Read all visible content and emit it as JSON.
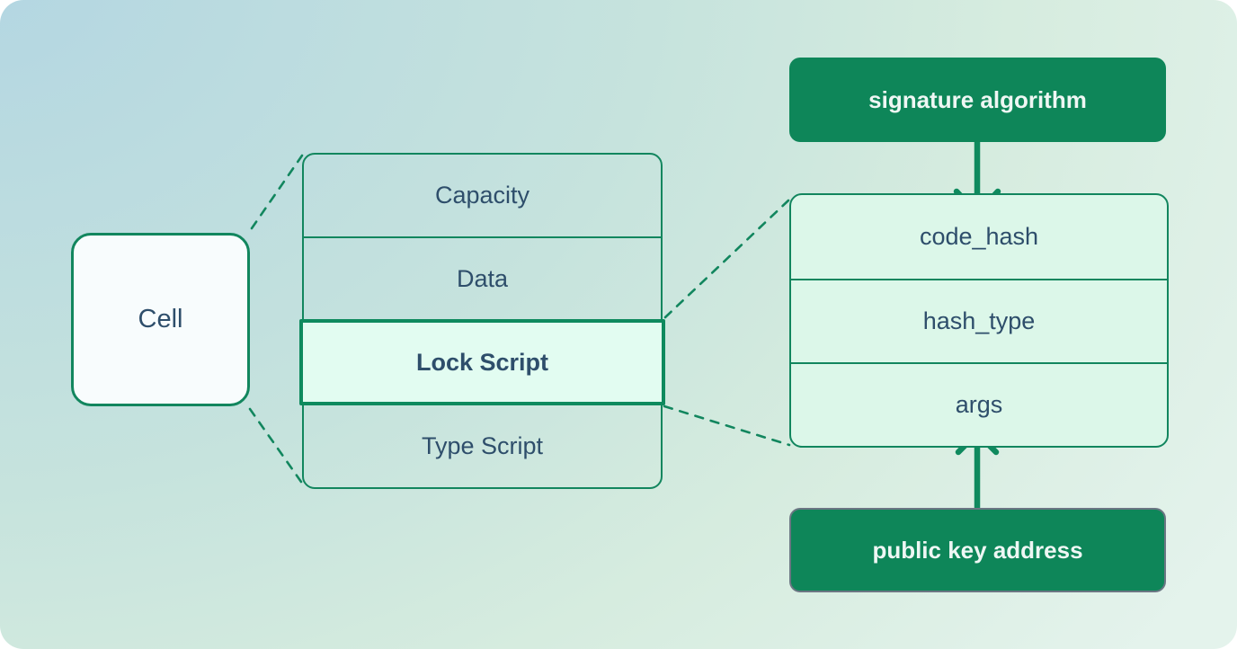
{
  "palette": {
    "accent_green": "#12865e",
    "solid_box_green": "#0e8659",
    "lock_row_fill": "#e2fcf1",
    "script_stack_fill": "#dcf7e9",
    "cell_fill": "#f8fcfd",
    "text_dark": "#2e4e6b",
    "text_light": "#eef7f4",
    "pka_border_gray": "#6b7683",
    "bg_gradient": [
      "#b3d6e2",
      "#c6e3dd",
      "#e4f3ec"
    ]
  },
  "diagram": {
    "cell": {
      "label": "Cell"
    },
    "cell_fields": {
      "rows": [
        {
          "label": "Capacity",
          "highlight": false
        },
        {
          "label": "Data",
          "highlight": false
        },
        {
          "label": "Lock Script",
          "highlight": true
        },
        {
          "label": "Type Script",
          "highlight": false
        }
      ]
    },
    "lock_script_fields": {
      "rows": [
        {
          "label": "code_hash"
        },
        {
          "label": "hash_type"
        },
        {
          "label": "args"
        }
      ]
    },
    "annotations": {
      "signature_algorithm": "signature algorithm",
      "public_key_address": "public key address"
    }
  }
}
